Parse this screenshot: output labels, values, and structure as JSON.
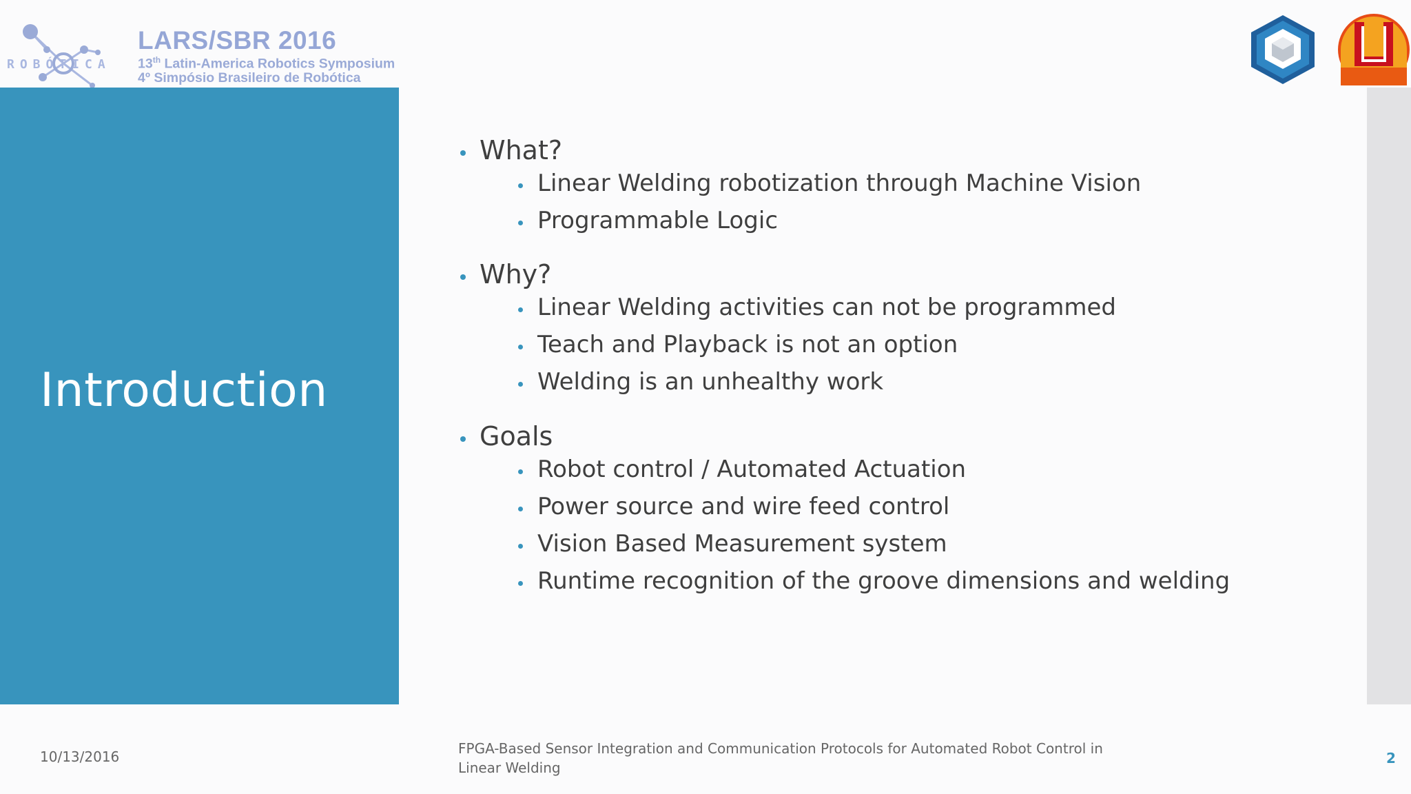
{
  "header": {
    "logo_mark_text": "ROBÓTICA",
    "event_title": "LARS/SBR 2016",
    "event_line1_prefix": "13",
    "event_line1_sup": "th",
    "event_line1_rest": " Latin-America Robotics Symposium",
    "event_line2": "4º Simpósio Brasileiro de Robótica"
  },
  "logos": {
    "cube_icon": "cube-shield-icon",
    "u_icon": "u-shield-icon"
  },
  "slide": {
    "section_title": "Introduction",
    "bullets": [
      {
        "label": "What?",
        "children": [
          "Linear Welding robotization through Machine Vision",
          "Programmable Logic"
        ]
      },
      {
        "label": "Why?",
        "children": [
          "Linear Welding activities can not be programmed",
          "Teach and Playback is not an option",
          "Welding is an unhealthy work"
        ]
      },
      {
        "label": "Goals",
        "children": [
          "Robot control / Automated Actuation",
          "Power source and wire feed control",
          "Vision Based Measurement system",
          "Runtime recognition of the groove dimensions and welding"
        ]
      }
    ]
  },
  "footer": {
    "date": "10/13/2016",
    "title": "FPGA-Based Sensor Integration and Communication Protocols for Automated Robot Control in Linear Welding",
    "page_number": "2"
  },
  "colors": {
    "accent_blue": "#3894bd",
    "panel_strip_gray": "#e2e2e4",
    "text_dark": "#3f3f3f",
    "logo_lavender": "#95a6d6"
  }
}
